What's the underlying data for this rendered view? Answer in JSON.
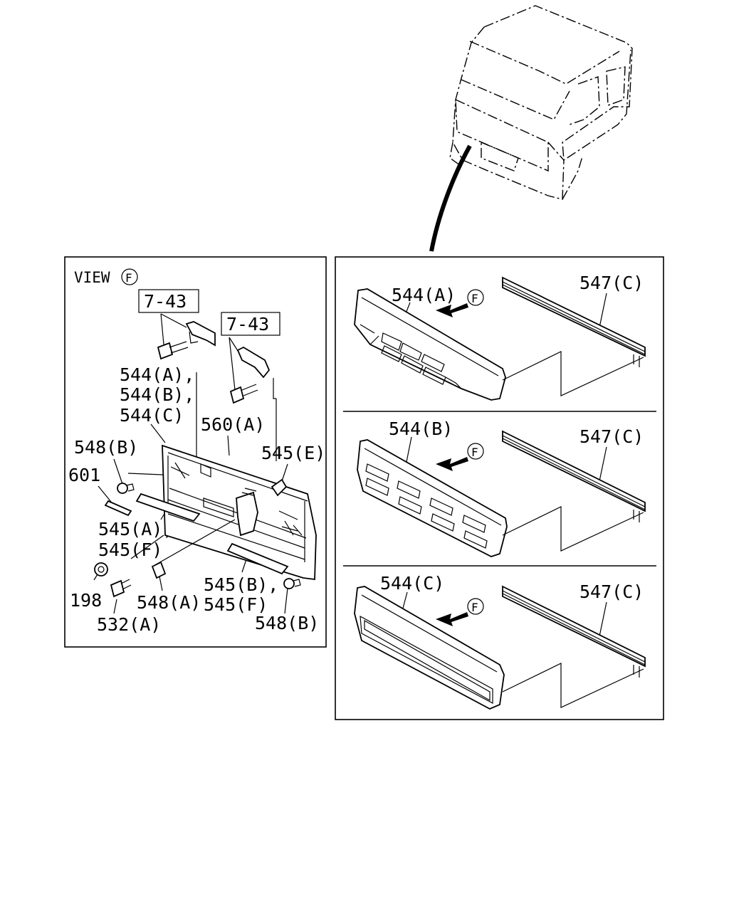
{
  "left_panel": {
    "view_label": "VIEW",
    "view_letter": "F",
    "refs": [
      "7-43",
      "7-43"
    ],
    "callouts": {
      "p544a": "544(A),",
      "p544b": "544(B),",
      "p544c": "544(C)",
      "p560a": "560(A)",
      "p545e": "545(E)",
      "p548b_top": "548(B)",
      "p601": "601",
      "p545a": "545(A),",
      "p545f_1": "545(F)",
      "p198": "198",
      "p532a": "532(A)",
      "p548a": "548(A)",
      "p545b": "545(B),",
      "p545f_2": "545(F)",
      "p548b_bottom": "548(B)"
    }
  },
  "right_panel": {
    "variants": [
      {
        "grille": "544(A)",
        "trim": "547(C)",
        "direction": "F"
      },
      {
        "grille": "544(B)",
        "trim": "547(C)",
        "direction": "F"
      },
      {
        "grille": "544(C)",
        "trim": "547(C)",
        "direction": "F"
      }
    ]
  }
}
